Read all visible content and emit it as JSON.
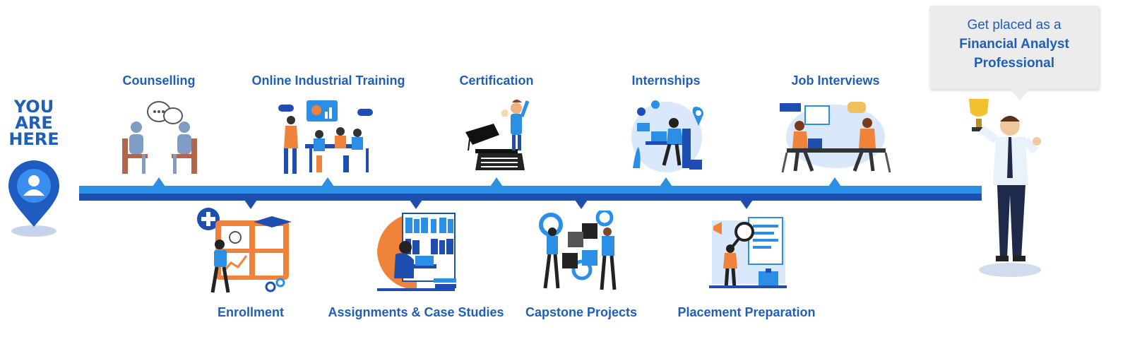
{
  "start_marker": {
    "line1": "YOU",
    "line2": "ARE",
    "line3": "HERE",
    "icon": "user-location-pin-icon"
  },
  "steps_top": [
    {
      "label": "Counselling",
      "icon": "counselling-chat-icon"
    },
    {
      "label": "Online Industrial Training",
      "icon": "training-meeting-icon"
    },
    {
      "label": "Certification",
      "icon": "graduation-laptop-icon"
    },
    {
      "label": "Internships",
      "icon": "intern-workspace-icon"
    },
    {
      "label": "Job Interviews",
      "icon": "interview-table-icon"
    }
  ],
  "steps_bottom": [
    {
      "label": "Enrollment",
      "icon": "enrollment-board-icon"
    },
    {
      "label": "Assignments & Case Studies",
      "icon": "study-library-icon"
    },
    {
      "label": "Capstone Projects",
      "icon": "puzzle-gears-icon"
    },
    {
      "label": "Placement Preparation",
      "icon": "resume-review-icon"
    }
  ],
  "goal": {
    "line1": "Get placed as a",
    "line2": "Financial Analyst",
    "line3": "Professional",
    "icon": "trophy-professional-icon"
  },
  "colors": {
    "primary": "#1f5fb8",
    "track_light": "#2b8fe6",
    "track_dark": "#1e4fb0",
    "accent_orange": "#f0833a"
  }
}
